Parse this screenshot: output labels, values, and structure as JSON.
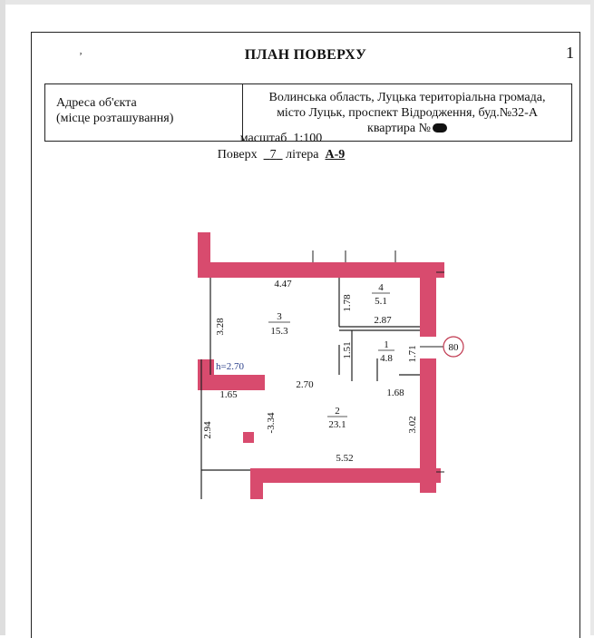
{
  "document": {
    "title": "ПЛАН ПОВЕРХУ",
    "page_number": "1"
  },
  "address": {
    "label_line1": "Адреса об'єкта",
    "label_line2": "(місце розташування)",
    "value_line1": "Волинська область, Луцька територіальна громада,",
    "value_line2": "місто Луцьк,  проспект  Відродження, буд.№32-А",
    "value_line3": "квартира  №"
  },
  "scale": {
    "label": "масштаб",
    "value": "1:100"
  },
  "floor": {
    "label": "Поверх",
    "number": "7",
    "litera_label": "літера",
    "litera": "А-9"
  },
  "plan": {
    "wall_color": "#d84b6e",
    "rooms": [
      {
        "number": "3",
        "area": "15.3"
      },
      {
        "number": "4",
        "area": "5.1"
      },
      {
        "number": "1",
        "area": "4.8"
      },
      {
        "number": "2",
        "area": "23.1"
      }
    ],
    "dimensions": {
      "d_447": "4.47",
      "d_328": "3.28",
      "d_178": "1.78",
      "d_287": "2.87",
      "d_151": "1.51",
      "d_171": "1.71",
      "d_270": "2.70",
      "d_165": "1.65",
      "d_168": "1.68",
      "d_294": "2.94",
      "d_334": "-3.34",
      "d_302": "3.02",
      "d_552": "5.52"
    },
    "ceiling_height": "h=2.70",
    "facade_marker": "80"
  }
}
